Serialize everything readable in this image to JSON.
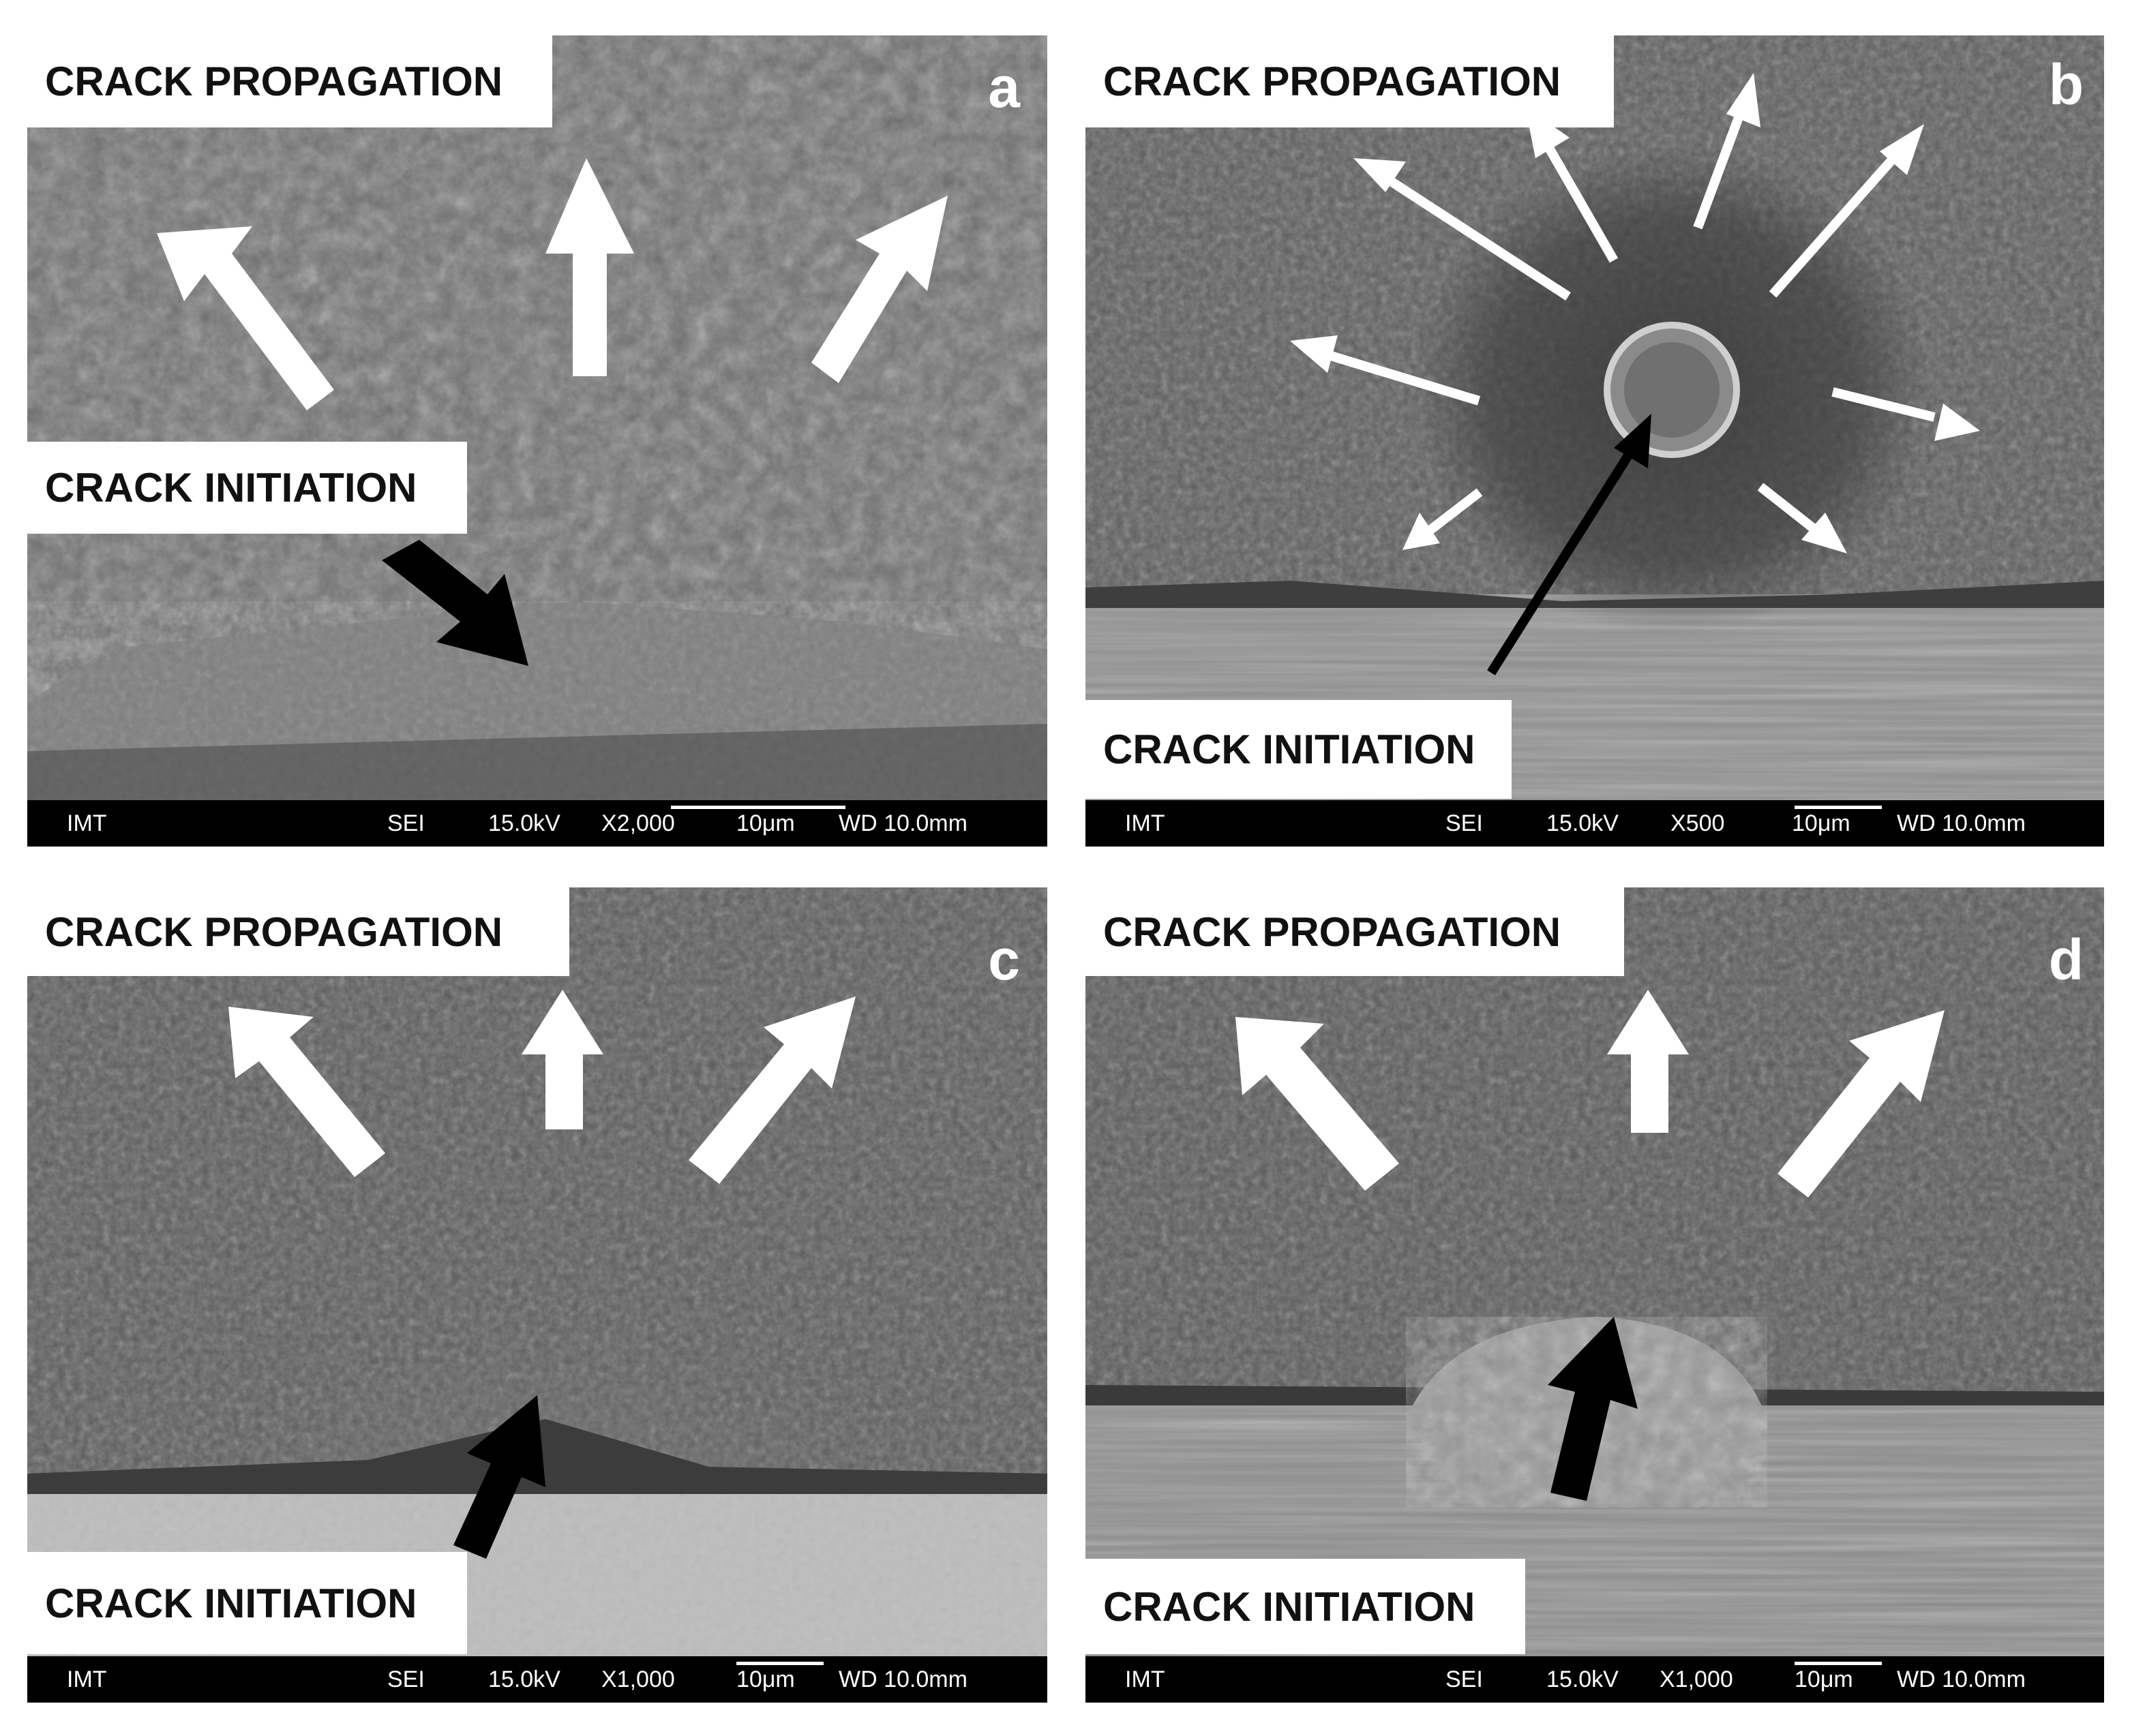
{
  "panels": [
    {
      "letter": "a",
      "propagation_label": "CRACK PROPAGATION",
      "initiation_label": "CRACK INITIATION",
      "info": {
        "lab": "IMT",
        "mode": "SEI",
        "kv": "15.0kV",
        "mag": "X2,000",
        "scale": "10μm",
        "wd": "WD 10.0mm"
      }
    },
    {
      "letter": "b",
      "propagation_label": "CRACK PROPAGATION",
      "initiation_label": "CRACK INITIATION",
      "info": {
        "lab": "IMT",
        "mode": "SEI",
        "kv": "15.0kV",
        "mag": "X500",
        "scale": "10μm",
        "wd": "WD 10.0mm"
      }
    },
    {
      "letter": "c",
      "propagation_label": "CRACK PROPAGATION",
      "initiation_label": "CRACK INITIATION",
      "info": {
        "lab": "IMT",
        "mode": "SEI",
        "kv": "15.0kV",
        "mag": "X1,000",
        "scale": "10μm",
        "wd": "WD 10.0mm"
      }
    },
    {
      "letter": "d",
      "propagation_label": "CRACK PROPAGATION",
      "initiation_label": "CRACK INITIATION",
      "info": {
        "lab": "IMT",
        "mode": "SEI",
        "kv": "15.0kV",
        "mag": "X1,000",
        "scale": "10μm",
        "wd": "WD 10.0mm"
      }
    }
  ],
  "colors": {
    "arrow_propagation": "#ffffff",
    "arrow_initiation": "#000000",
    "fracture_surface": "#5a5a5a",
    "specimen_surface": "#8a8a8a"
  }
}
